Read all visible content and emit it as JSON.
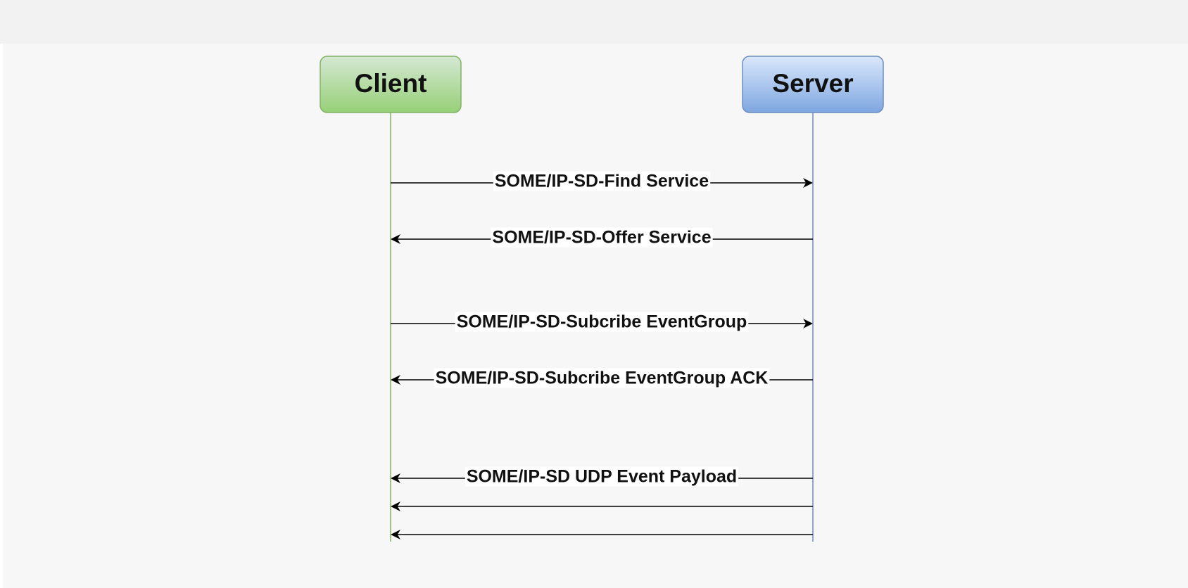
{
  "participants": {
    "client": {
      "label": "Client",
      "fill_top": "#d5e8d4",
      "fill_bottom": "#97d077",
      "stroke": "#82b366"
    },
    "server": {
      "label": "Server",
      "fill_top": "#dae8fc",
      "fill_bottom": "#7ea6e0",
      "stroke": "#6c8ebf"
    }
  },
  "lifelines": {
    "client_color": "#82b366",
    "server_color": "#6c8ebf"
  },
  "messages": [
    {
      "label": "SOME/IP-SD-Find Service",
      "direction": "client-to-server"
    },
    {
      "label": "SOME/IP-SD-Offer Service",
      "direction": "server-to-client"
    },
    {
      "label": "SOME/IP-SD-Subcribe EventGroup",
      "direction": "client-to-server"
    },
    {
      "label": "SOME/IP-SD-Subcribe EventGroup ACK",
      "direction": "server-to-client"
    },
    {
      "label": "SOME/IP-SD UDP Event Payload",
      "direction": "server-to-client"
    },
    {
      "label": "",
      "direction": "server-to-client"
    },
    {
      "label": "",
      "direction": "server-to-client"
    }
  ]
}
